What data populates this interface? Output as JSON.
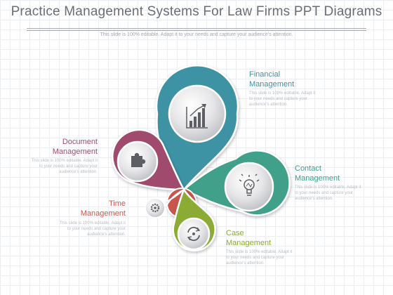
{
  "header": {
    "title": "Practice Management Systems For Law Firms PPT Diagrams",
    "subtitle": "This slide is 100% editable. Adapt it to your needs and capture your audience's attention."
  },
  "items": [
    {
      "name_line1": "Financial",
      "name_line2": "Management",
      "desc_line1": "This slide is 100% editable. Adapt it",
      "desc_line2": "to your needs and capture your",
      "desc_line3": "audience's attention.",
      "color": "#3d93a4",
      "icon": "bar-chart-icon"
    },
    {
      "name_line1": "Document",
      "name_line2": "Management",
      "desc_line1": "This slide is 100% editable. Adapt it",
      "desc_line2": "to your needs and capture your",
      "desc_line3": "audience's attention.",
      "color": "#a04c6d",
      "icon": "puzzle-piece-icon"
    },
    {
      "name_line1": "Contact",
      "name_line2": "Management",
      "desc_line1": "This slide is 100% editable. Adapt it",
      "desc_line2": "to your needs and capture your",
      "desc_line3": "audience's attention.",
      "color": "#3fa089",
      "icon": "lightbulb-icon"
    },
    {
      "name_line1": "Time",
      "name_line2": "Management",
      "desc_line1": "This slide is 100% editable. Adapt it",
      "desc_line2": "to your needs and capture your",
      "desc_line3": "audience's attention.",
      "color": "#c8574d",
      "icon": "gear-icon"
    },
    {
      "name_line1": "Case",
      "name_line2": "Management",
      "desc_line1": "This slide is 100% editable. Adapt it",
      "desc_line2": "to your needs and capture your",
      "desc_line3": "audience's attention.",
      "color": "#8cab36",
      "icon": "refresh-cycle-icon"
    }
  ]
}
